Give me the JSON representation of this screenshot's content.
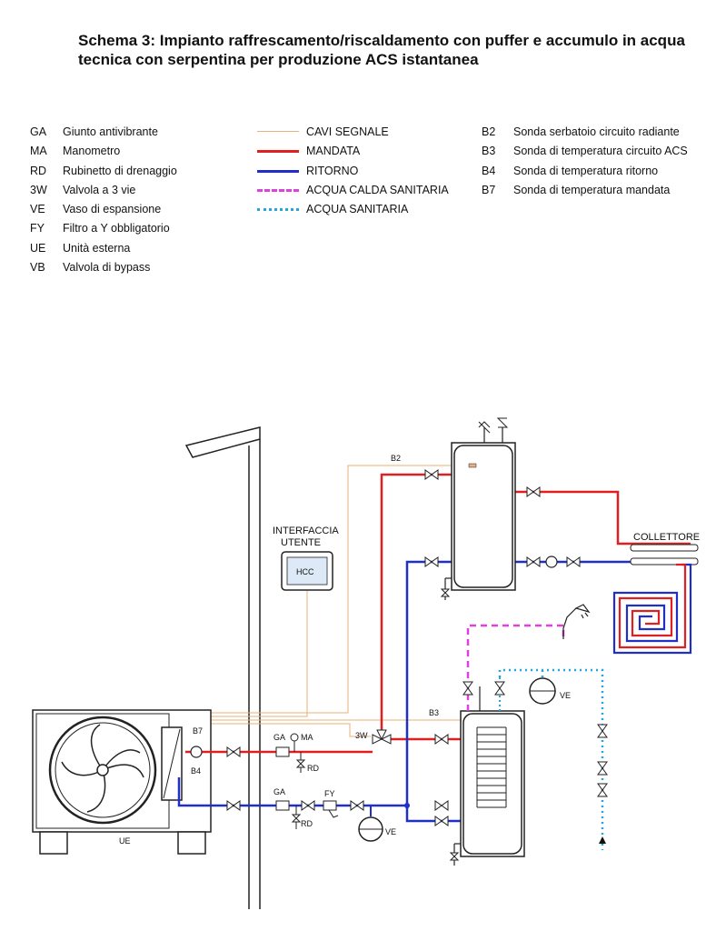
{
  "title": "Schema 3: Impianto raffrescamento/riscaldamento con puffer e accumulo in acqua tecnica con serpentina per produzione ACS istantanea",
  "legend_codes": [
    {
      "code": "GA",
      "desc": "Giunto antivibrante"
    },
    {
      "code": "MA",
      "desc": "Manometro"
    },
    {
      "code": "RD",
      "desc": "Rubinetto di drenaggio"
    },
    {
      "code": "3W",
      "desc": "Valvola a 3 vie"
    },
    {
      "code": "VE",
      "desc": "Vaso di espansione"
    },
    {
      "code": "FY",
      "desc": "Filtro a Y obbligatorio"
    },
    {
      "code": "UE",
      "desc": "Unità esterna"
    },
    {
      "code": "VB",
      "desc": "Valvola di bypass"
    }
  ],
  "legend_lines": [
    {
      "label": "CAVI SEGNALE",
      "color": "#e8b07a",
      "style": "solid-thin"
    },
    {
      "label": "MANDATA",
      "color": "#e02020",
      "style": "solid"
    },
    {
      "label": "RITORNO",
      "color": "#1f2fc8",
      "style": "solid"
    },
    {
      "label": "ACQUA CALDA SANITARIA",
      "color": "#e040e0",
      "style": "dashed"
    },
    {
      "label": "ACQUA SANITARIA",
      "color": "#26a6e0",
      "style": "dotted"
    }
  ],
  "legend_sensors": [
    {
      "code": "B2",
      "desc": "Sonda serbatoio circuito radiante"
    },
    {
      "code": "B3",
      "desc": "Sonda di temperatura circuito ACS"
    },
    {
      "code": "B4",
      "desc": "Sonda di temperatura ritorno"
    },
    {
      "code": "B7",
      "desc": "Sonda di temperatura mandata"
    }
  ],
  "diagram_labels": {
    "interfaccia_line1": "INTERFACCIA",
    "interfaccia_line2": "UTENTE",
    "hcc": "HCC",
    "collettore": "COLLETTORE",
    "ue": "UE",
    "b2": "B2",
    "b3": "B3",
    "b4": "B4",
    "b7": "B7",
    "ga_top": "GA",
    "ga_bottom": "GA",
    "ma": "MA",
    "rd_top": "RD",
    "rd_bottom": "RD",
    "fy": "FY",
    "ve_bottom": "VE",
    "ve_right": "VE",
    "three_w": "3W"
  },
  "colors": {
    "signal": "#e8b07a",
    "supply": "#e02020",
    "return": "#1f2fc8",
    "hot_dhw": "#e040e0",
    "cold_water": "#26a6e0"
  }
}
